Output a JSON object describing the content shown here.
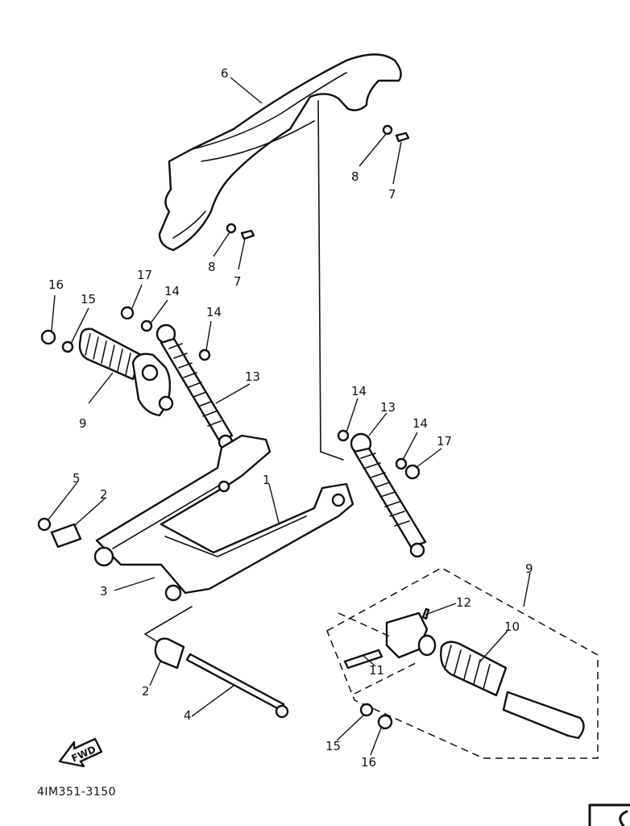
{
  "diagram_code": "4IM351-3150",
  "fwd_label": "FWD",
  "callouts": {
    "c1": "1",
    "c2a": "2",
    "c2b": "2",
    "c3": "3",
    "c4": "4",
    "c5": "5",
    "c6": "6",
    "c7a": "7",
    "c7b": "7",
    "c8a": "8",
    "c8b": "8",
    "c9a": "9",
    "c9b": "9",
    "c10": "10",
    "c11": "11",
    "c12": "12",
    "c13a": "13",
    "c13b": "13",
    "c14a": "14",
    "c14b": "14",
    "c14c": "14",
    "c14d": "14",
    "c15a": "15",
    "c15b": "15",
    "c16a": "16",
    "c16b": "16",
    "c17a": "17",
    "c17b": "17"
  }
}
